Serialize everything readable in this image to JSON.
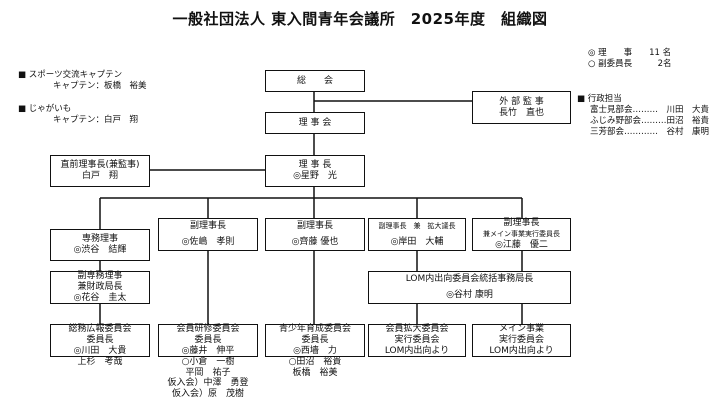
{
  "title": "一般社団法人 東入間青年会議所　2025年度　組織図",
  "legend": {
    "line1": "◎ 理　　事　　11 名",
    "line2": "○ 副委員長　　　2名"
  },
  "left_notes": [
    {
      "heading": "■ スポーツ交流キャプテン",
      "detail": "キャプテン：板橋　裕美"
    },
    {
      "heading": "■ じゃがいも",
      "detail": "キャプテン：白戸　翔"
    }
  ],
  "gyousei": {
    "heading": "■ 行政担当",
    "rows": [
      "富士見部会………　川田　大貴",
      "ふじみ野部会………田沼　裕貴",
      "三芳部会…………　谷村　康明"
    ]
  },
  "general_assembly": "総　　会",
  "board": "理 事 会",
  "auditor": {
    "title": "外 部 監 事",
    "name": "長竹　直也"
  },
  "president": {
    "title": "理 事 長",
    "name": "◎星野　光"
  },
  "past_president": {
    "title": "直前理事長(兼監事)",
    "name": "白戸　翔"
  },
  "executive_director": {
    "title": "専務理事",
    "name": "◎渋谷　結輝"
  },
  "deputy_executive": {
    "title1": "副専務理事",
    "title2": "兼財政局長",
    "name": "◎花谷　圭太"
  },
  "vice_presidents": [
    {
      "title": "副理事長",
      "name": "◎佐嶋　孝則"
    },
    {
      "title": "副理事長",
      "name": "◎齊藤 優也"
    },
    {
      "title": "副理事長　兼　拡大議長",
      "name": "◎岸田　大輔"
    },
    {
      "title": "副理事長",
      "title2": "兼メイン事業実行委員長",
      "name": "◎江藤　優二"
    }
  ],
  "lom": {
    "title": "LOM内出向委員会統括事務局長",
    "name": "◎谷村 康明"
  },
  "committees": [
    {
      "lines": [
        "総務広報委員会",
        "委員長",
        "◎川田　大貴"
      ],
      "members": [
        "上杉　考哉"
      ]
    },
    {
      "lines": [
        "会員研修委員会",
        "委員長",
        "◎藤井　伸平"
      ],
      "members": [
        "○小倉　一樹",
        "平岡　祐子",
        "仮入会）中澤　勇登",
        "仮入会）原　茂樹"
      ]
    },
    {
      "lines": [
        "青少年育成委員会",
        "委員長",
        "◎西墻　力"
      ],
      "members": [
        "○田沼　裕貴",
        "板橋　裕美"
      ]
    },
    {
      "lines": [
        "会員拡大委員会",
        "実行委員会",
        "LOM内出向より"
      ],
      "members": []
    },
    {
      "lines": [
        "メイン事業",
        "実行委員会",
        "LOM内出向より"
      ],
      "members": []
    }
  ]
}
